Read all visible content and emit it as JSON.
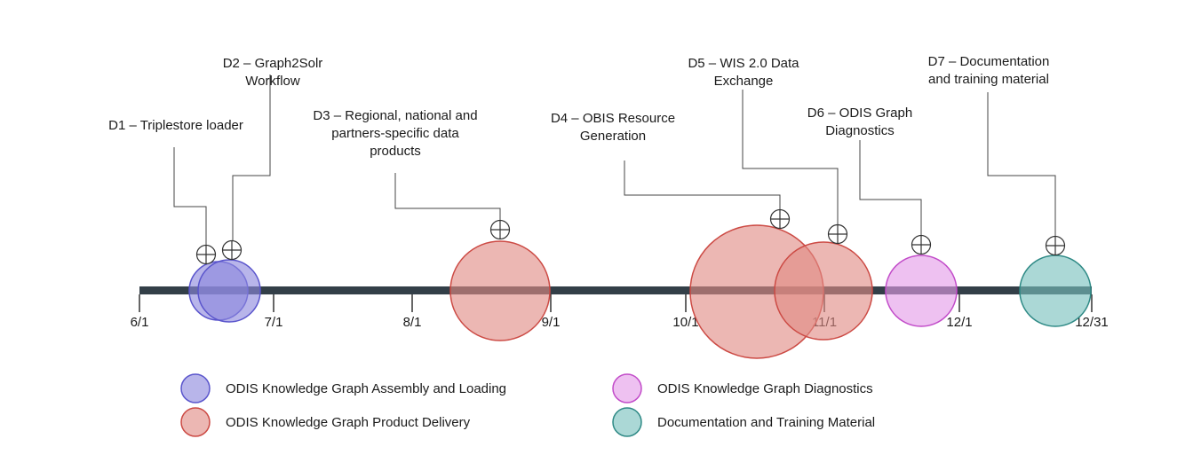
{
  "colors": {
    "assembly": {
      "fill": "#8c88dd",
      "stroke": "#5a55cc"
    },
    "delivery": {
      "fill": "#e08a85",
      "stroke": "#cc4a44"
    },
    "diagnostics": {
      "fill": "#e49be8",
      "stroke": "#c24cc9"
    },
    "documentation": {
      "fill": "#78c0bd",
      "stroke": "#2f8a86"
    }
  },
  "axis": {
    "ticks": [
      "6/1",
      "7/1",
      "8/1",
      "9/1",
      "10/1",
      "11/1",
      "12/1",
      "12/31"
    ]
  },
  "deliverables": [
    {
      "id": "D1",
      "text_lines": [
        "D1 – Triplestore loader"
      ],
      "category": "assembly"
    },
    {
      "id": "D2",
      "text_lines": [
        "D2 – Graph2Solr",
        "Workflow"
      ],
      "category": "assembly"
    },
    {
      "id": "D3",
      "text_lines": [
        "D3 – Regional, national and",
        "partners-specific data",
        "products"
      ],
      "category": "delivery"
    },
    {
      "id": "D4",
      "text_lines": [
        "D4 – OBIS Resource",
        "Generation"
      ],
      "category": "delivery"
    },
    {
      "id": "D5",
      "text_lines": [
        "D5 – WIS 2.0 Data",
        "Exchange"
      ],
      "category": "delivery"
    },
    {
      "id": "D6",
      "text_lines": [
        "D6 – ODIS Graph",
        "Diagnostics"
      ],
      "category": "diagnostics"
    },
    {
      "id": "D7",
      "text_lines": [
        "D7 – Documentation",
        "and training material"
      ],
      "category": "documentation"
    }
  ],
  "legend": [
    {
      "label": "ODIS Knowledge Graph Assembly and Loading",
      "category": "assembly"
    },
    {
      "label": "ODIS Knowledge Graph Product Delivery",
      "category": "delivery"
    },
    {
      "label": "ODIS Knowledge Graph Diagnostics",
      "category": "diagnostics"
    },
    {
      "label": "Documentation and Training Material",
      "category": "documentation"
    }
  ]
}
